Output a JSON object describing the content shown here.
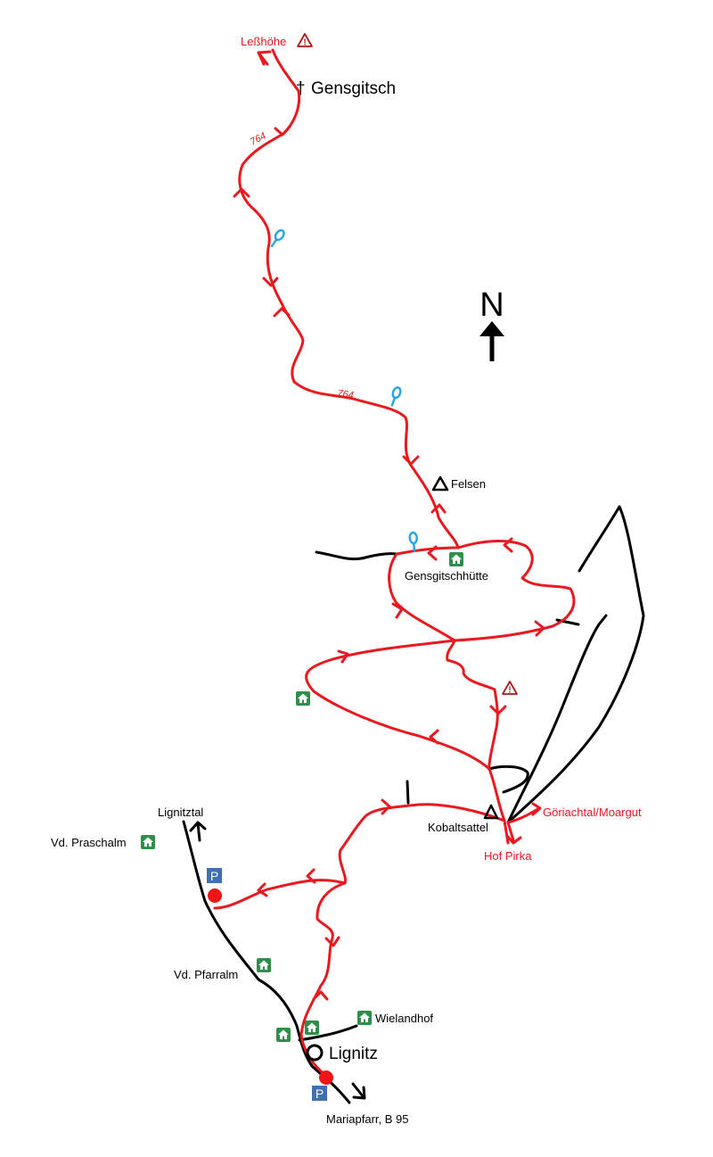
{
  "colors": {
    "route": "#e8191f",
    "road": "#000000",
    "water": "#2aa7e0",
    "hut": "#2f8f4a",
    "parking": "#3f6fb5",
    "warning": "#b01818"
  },
  "north": {
    "letter": "N"
  },
  "trail_numbers": [
    "764",
    "764"
  ],
  "places": {
    "lesshoehe": "Leßhöhe",
    "gensgitsch": "Gensgitsch",
    "felsen": "Felsen",
    "gensgitschhuette": "Gensgitschhütte",
    "kobaltsattel": "Kobaltsattel",
    "goriachtal": "Göriachtal/Moargut",
    "hof_pirka": "Hof Pirka",
    "lignitztal": "Lignitztal",
    "vd_praschalm": "Vd. Praschalm",
    "vd_pfarralm": "Vd. Pfarralm",
    "wielandhof": "Wielandhof",
    "lignitz": "Lignitz",
    "mariapfarr": "Mariapfarr, B 95"
  },
  "icons": {
    "parking_letter": "P",
    "summit_cross": "†",
    "warning_mark": "!"
  }
}
